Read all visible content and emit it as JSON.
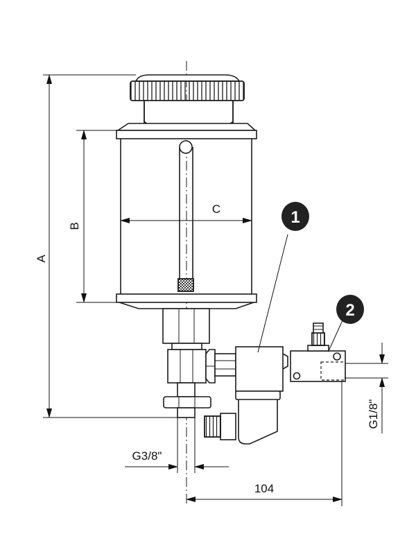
{
  "dimensions": {
    "A": "A",
    "B": "B",
    "C": "C",
    "inlet_thread": "G3/8\"",
    "outlet_thread": "G1/8\"",
    "width": "104"
  },
  "callouts": [
    {
      "number": "1"
    },
    {
      "number": "2"
    }
  ],
  "colors": {
    "line": "#1a1a1a",
    "callout_fill": "#222222",
    "sight_mesh": "#444444"
  }
}
